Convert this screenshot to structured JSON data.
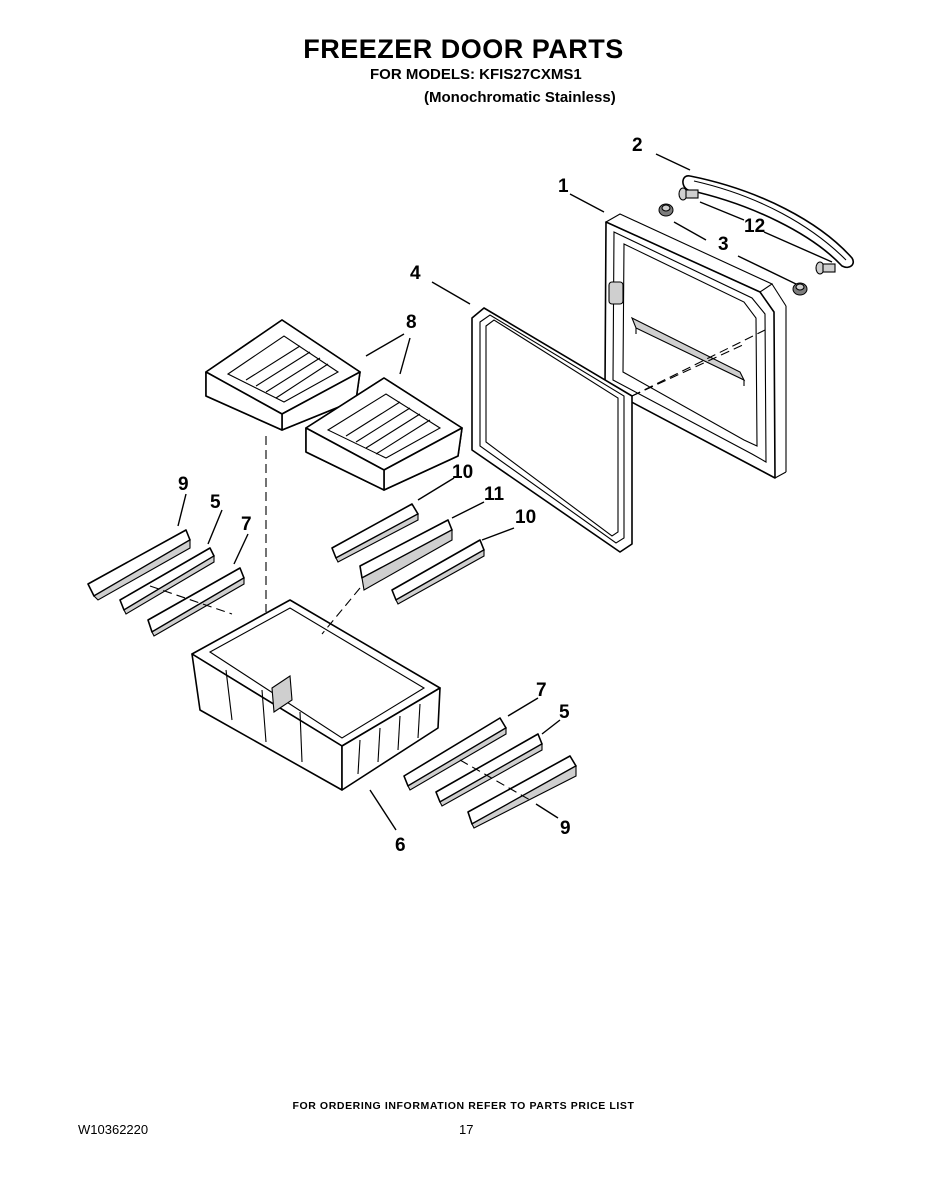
{
  "header": {
    "title": "FREEZER DOOR PARTS",
    "models_line": "FOR MODELS: KFIS27CXMS1",
    "variant_line": "(Monochromatic Stainless)"
  },
  "callouts": {
    "c1": "1",
    "c2": "2",
    "c3": "3",
    "c4": "4",
    "c5a": "5",
    "c5b": "5",
    "c6": "6",
    "c7a": "7",
    "c7b": "7",
    "c8": "8",
    "c9a": "9",
    "c9b": "9",
    "c10a": "10",
    "c10b": "10",
    "c11": "11",
    "c12": "12"
  },
  "footer": {
    "ordering_note": "FOR ORDERING INFORMATION REFER TO PARTS PRICE LIST",
    "document_number": "W10362220",
    "page_number": "17"
  }
}
